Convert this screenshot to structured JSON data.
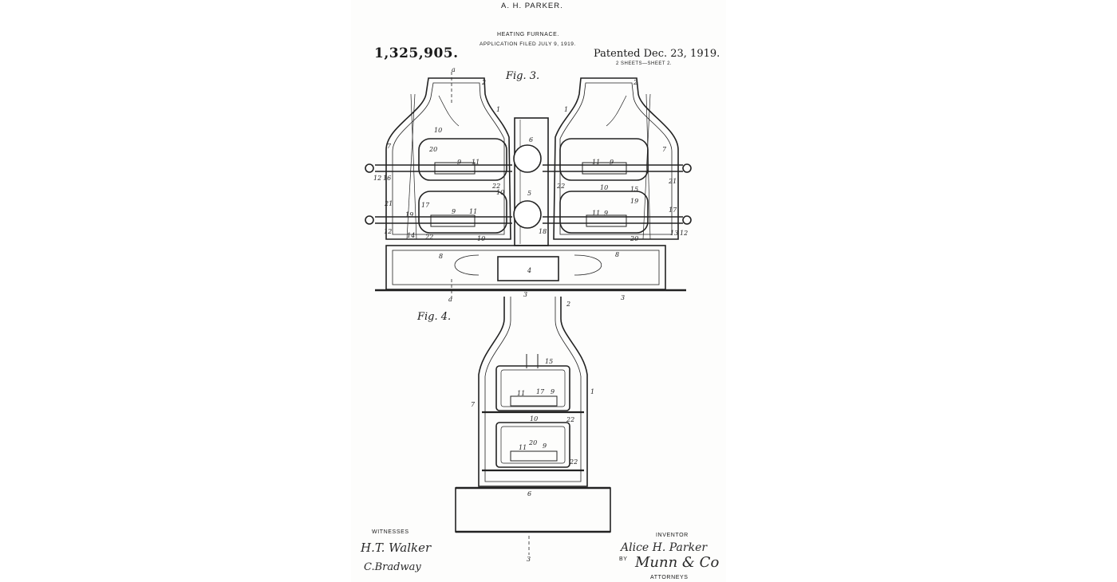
{
  "header": {
    "inventor_name": "A. H. PARKER.",
    "title": "HEATING FURNACE.",
    "application_filed": "APPLICATION FILED JULY 9, 1919.",
    "patent_number": "1,325,905.",
    "patented_date": "Patented Dec. 23, 1919.",
    "sheets": "2 SHEETS—SHEET 2."
  },
  "figures": {
    "fig3": "Fig. 3.",
    "fig4": "Fig. 4."
  },
  "footer": {
    "witnesses_label": "WITNESSES",
    "witness_1": "H.T. Walker",
    "witness_2": "C.Bradway",
    "inventor_label": "INVENTOR",
    "inventor_signature": "Alice H. Parker",
    "by_label": "BY",
    "attorney_signature": "Munn & Co",
    "attorneys_label": "ATTORNEYS"
  }
}
